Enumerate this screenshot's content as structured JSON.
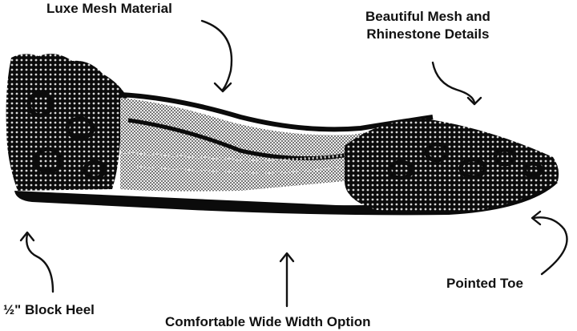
{
  "callouts": {
    "mesh": "Luxe Mesh Material",
    "details_line1": "Beautiful Mesh and",
    "details_line2": "Rhinestone Details",
    "toe": "Pointed Toe",
    "heel": "½\" Block Heel",
    "width": "Comfortable Wide Width Option"
  },
  "colors": {
    "shoe": "#0b0b0b",
    "rhinestone": "#d8d8d8",
    "mesh": "#3a3a3a",
    "text": "#111111",
    "background": "#ffffff"
  },
  "icons": [
    "curved-arrow-icon",
    "straight-arrow-icon"
  ]
}
